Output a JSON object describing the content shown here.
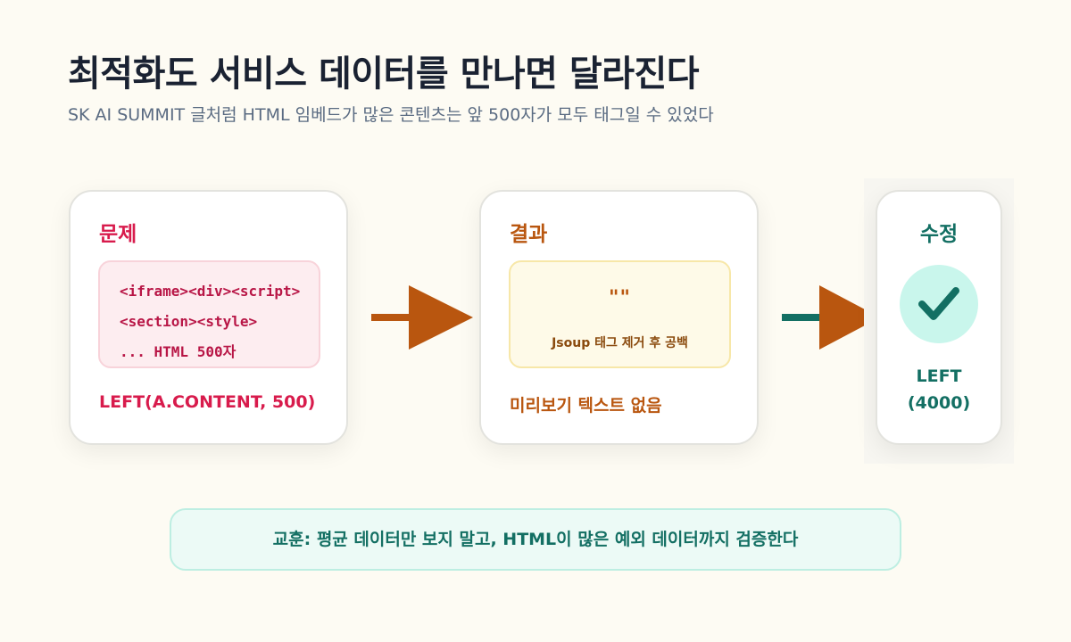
{
  "header": {
    "title": "최적화도 서비스 데이터를 만나면 달라진다",
    "subtitle": "SK AI SUMMIT 글처럼 HTML 임베드가 많은 콘텐츠는 앞 500자가 모두 태그일 수 있었다"
  },
  "problem": {
    "title": "문제",
    "code_lines": [
      "<iframe><div><script>",
      "<section><style>",
      "... HTML 500자"
    ],
    "caption": "LEFT(A.CONTENT, 500)"
  },
  "result": {
    "title": "결과",
    "empty_quote": "\"\"",
    "empty_caption": "Jsoup 태그 제거 후 공백",
    "caption": "미리보기 텍스트 없음"
  },
  "fix": {
    "title": "수정",
    "icon": "check-icon",
    "value_line1": "LEFT",
    "value_line2": "(4000)"
  },
  "lesson": {
    "text": "교훈: 평균 데이터만 보지 말고, HTML이 많은 예외 데이터까지 검증한다"
  },
  "colors": {
    "problem": "#d81b4c",
    "result": "#b9560f",
    "fix": "#136f63",
    "arrow_main": "#b9560f",
    "arrow_tail_fix": "#136f63"
  }
}
